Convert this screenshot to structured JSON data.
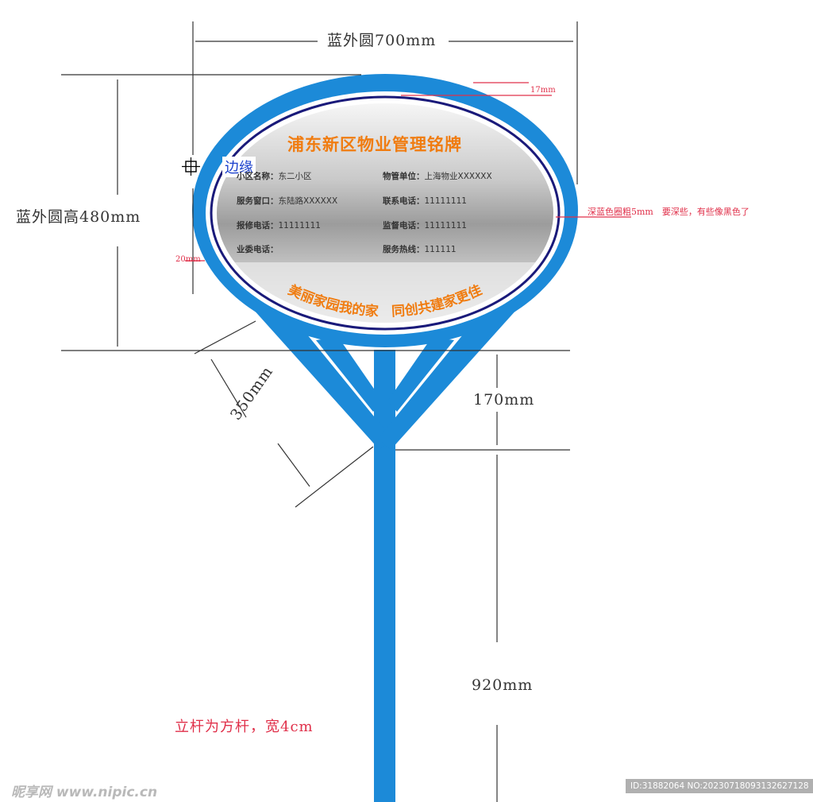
{
  "dimensions": {
    "outer_width": "蓝外圆700mm",
    "outer_height": "蓝外圆高480mm",
    "border_top": "17mm",
    "border_side": "20mm",
    "brace_length": "350mm",
    "neck_height": "170mm",
    "pole_height": "920mm"
  },
  "notes": {
    "ring_note": "深蓝色圈粗5mm　要深些，有些像黑色了",
    "pole_note": "立杆为方杆，宽4cm",
    "edge_label": "边缘"
  },
  "sign": {
    "title": "浦东新区物业管理铭牌",
    "slogan": "美丽家园我的家　同创共建家更佳",
    "fields": [
      {
        "label": "小区名称：",
        "value": "东二小区"
      },
      {
        "label": "物管单位：",
        "value": "上海物业XXXXXX"
      },
      {
        "label": "服务窗口：",
        "value": "东陆路XXXXXX"
      },
      {
        "label": "联系电话：",
        "value": "11111111"
      },
      {
        "label": "报修电话：",
        "value": "11111111"
      },
      {
        "label": "监督电话：",
        "value": "11111111"
      },
      {
        "label": "业委电话：",
        "value": ""
      },
      {
        "label": "服务热线：",
        "value": "111111"
      }
    ]
  },
  "watermark": {
    "left": "昵享网 www.nipic.cn",
    "right": "ID:31882064 NO:20230718093132627128"
  },
  "colors": {
    "outer_blue": "#1c8ad8",
    "ring_navy": "#1a1a7a",
    "title_orange": "#f07c10",
    "annotation_red": "#e0304a"
  }
}
